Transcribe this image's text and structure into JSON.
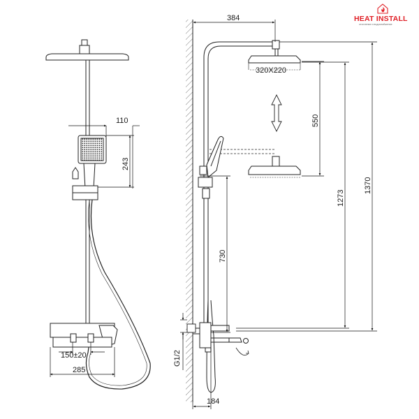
{
  "brand": {
    "name": "HEAT INSTALL",
    "tagline": "отопление и водоснабжение",
    "accent_color": "#e01f26",
    "icon": "house-flame-icon"
  },
  "dimensions": {
    "head_offset": "384",
    "head_size": "320X220",
    "slide_range": "550",
    "height_1273": "1273",
    "height_1370": "1370",
    "handle_width": "110",
    "handle_height": "243",
    "spout_height": "730",
    "thread": "G1/2",
    "inlet_spacing": "150±20",
    "mixer_width": "285",
    "wall_offset": "184"
  }
}
